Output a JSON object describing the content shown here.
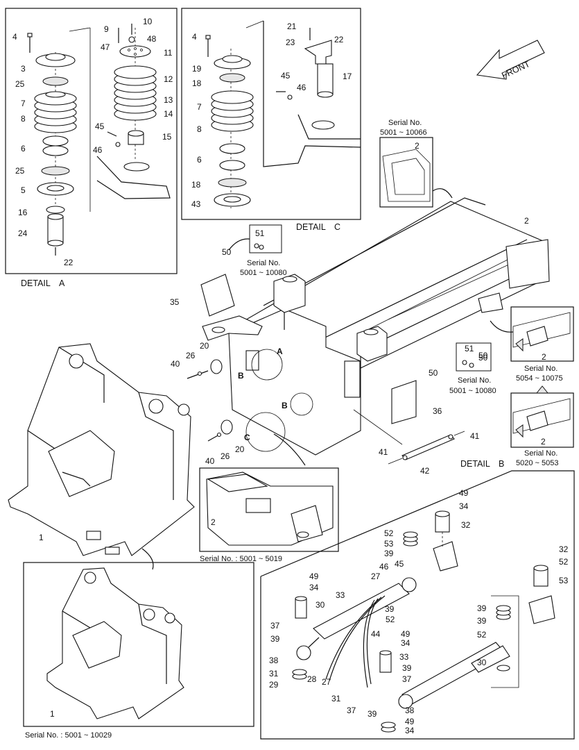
{
  "detail_titles": {
    "a": {
      "word": "DETAIL",
      "letter": "A"
    },
    "b": {
      "word": "DETAIL",
      "letter": "B"
    },
    "c": {
      "word": "DETAIL",
      "letter": "C"
    }
  },
  "front_label": "FRONT",
  "callouts": {
    "a": "A",
    "b1": "B",
    "b2": "B",
    "c": "C"
  },
  "serial_notes": {
    "s_5001_10066": {
      "line1": "Serial No.",
      "line2": "5001 ~ 10066"
    },
    "s_5001_10080_top": {
      "line1": "Serial No.",
      "line2": "5001 ~ 10080"
    },
    "s_5001_10080_right": {
      "line1": "Serial No.",
      "line2": "5001 ~ 10080"
    },
    "s_5054_10075": {
      "line1": "Serial No.",
      "line2": "5054 ~ 10075"
    },
    "s_5020_5053": {
      "line1": "Serial No.",
      "line2": "5020 ~ 5053"
    },
    "s_5001_5019": "Serial No. : 5001 ~ 5019",
    "s_5001_10029": "Serial No. : 5001 ~ 10029"
  },
  "part_labels": [
    "4",
    "3",
    "25",
    "7",
    "8",
    "6",
    "25",
    "5",
    "16",
    "24",
    "22",
    "9",
    "10",
    "47",
    "48",
    "11",
    "12",
    "13",
    "14",
    "45",
    "46",
    "15",
    "4",
    "19",
    "18",
    "7",
    "8",
    "6",
    "18",
    "43",
    "21",
    "23",
    "22",
    "45",
    "46",
    "17",
    "2",
    "50",
    "51",
    "50",
    "35",
    "2",
    "20",
    "26",
    "40",
    "36",
    "51",
    "50",
    "50",
    "2",
    "2",
    "20",
    "26",
    "40",
    "41",
    "41",
    "42",
    "1",
    "2",
    "1",
    "49",
    "34",
    "32",
    "52",
    "53",
    "39",
    "46",
    "45",
    "27",
    "49",
    "34",
    "33",
    "30",
    "39",
    "52",
    "37",
    "39",
    "44",
    "49",
    "34",
    "33",
    "39",
    "37",
    "38",
    "31",
    "29",
    "28",
    "27",
    "31",
    "37",
    "39",
    "38",
    "49",
    "34",
    "32",
    "52",
    "53",
    "39",
    "39",
    "52",
    "30"
  ]
}
